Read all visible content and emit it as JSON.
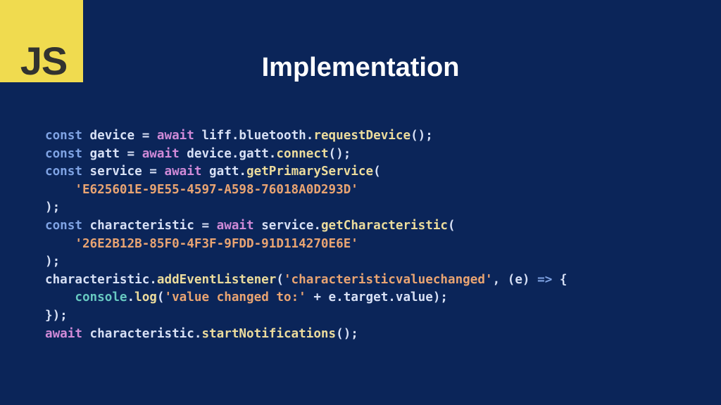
{
  "logo": {
    "text": "JS",
    "color": "#f0db4f"
  },
  "title": "Implementation",
  "colors": {
    "background": "#0b2559",
    "keyword": "#7fa3e4",
    "await": "#d08ad8",
    "function": "#ecdc9c",
    "string": "#e9a472",
    "console": "#67c9c1",
    "plain": "#d7e0f5"
  },
  "code": {
    "lines": [
      [
        {
          "t": "kw",
          "s": "const"
        },
        {
          "t": "pl",
          "s": " device = "
        },
        {
          "t": "aw",
          "s": "await"
        },
        {
          "t": "pl",
          "s": " liff.bluetooth."
        },
        {
          "t": "fn",
          "s": "requestDevice"
        },
        {
          "t": "pl",
          "s": "();"
        }
      ],
      [
        {
          "t": "kw",
          "s": "const"
        },
        {
          "t": "pl",
          "s": " gatt = "
        },
        {
          "t": "aw",
          "s": "await"
        },
        {
          "t": "pl",
          "s": " device.gatt."
        },
        {
          "t": "fn",
          "s": "connect"
        },
        {
          "t": "pl",
          "s": "();"
        }
      ],
      [
        {
          "t": "kw",
          "s": "const"
        },
        {
          "t": "pl",
          "s": " service = "
        },
        {
          "t": "aw",
          "s": "await"
        },
        {
          "t": "pl",
          "s": " gatt."
        },
        {
          "t": "fn",
          "s": "getPrimaryService"
        },
        {
          "t": "pl",
          "s": "("
        }
      ],
      [
        {
          "t": "pl",
          "s": "    "
        },
        {
          "t": "str",
          "s": "'E625601E-9E55-4597-A598-76018A0D293D'"
        }
      ],
      [
        {
          "t": "pl",
          "s": ");"
        }
      ],
      [
        {
          "t": "kw",
          "s": "const"
        },
        {
          "t": "pl",
          "s": " characteristic = "
        },
        {
          "t": "aw",
          "s": "await"
        },
        {
          "t": "pl",
          "s": " service."
        },
        {
          "t": "fn",
          "s": "getCharacteristic"
        },
        {
          "t": "pl",
          "s": "("
        }
      ],
      [
        {
          "t": "pl",
          "s": "    "
        },
        {
          "t": "str",
          "s": "'26E2B12B-85F0-4F3F-9FDD-91D114270E6E'"
        }
      ],
      [
        {
          "t": "pl",
          "s": ");"
        }
      ],
      [
        {
          "t": "pl",
          "s": "characteristic."
        },
        {
          "t": "fn",
          "s": "addEventListener"
        },
        {
          "t": "pl",
          "s": "("
        },
        {
          "t": "str",
          "s": "'characteristicvaluechanged'"
        },
        {
          "t": "pl",
          "s": ", (e) "
        },
        {
          "t": "kw",
          "s": "=>"
        },
        {
          "t": "pl",
          "s": " {"
        }
      ],
      [
        {
          "t": "pl",
          "s": "    "
        },
        {
          "t": "con",
          "s": "console"
        },
        {
          "t": "pl",
          "s": "."
        },
        {
          "t": "fn",
          "s": "log"
        },
        {
          "t": "pl",
          "s": "("
        },
        {
          "t": "str",
          "s": "'value changed to:'"
        },
        {
          "t": "pl",
          "s": " + e.target.value);"
        }
      ],
      [
        {
          "t": "pl",
          "s": "});"
        }
      ],
      [
        {
          "t": "aw",
          "s": "await"
        },
        {
          "t": "pl",
          "s": " characteristic."
        },
        {
          "t": "fn",
          "s": "startNotifications"
        },
        {
          "t": "pl",
          "s": "();"
        }
      ]
    ]
  }
}
